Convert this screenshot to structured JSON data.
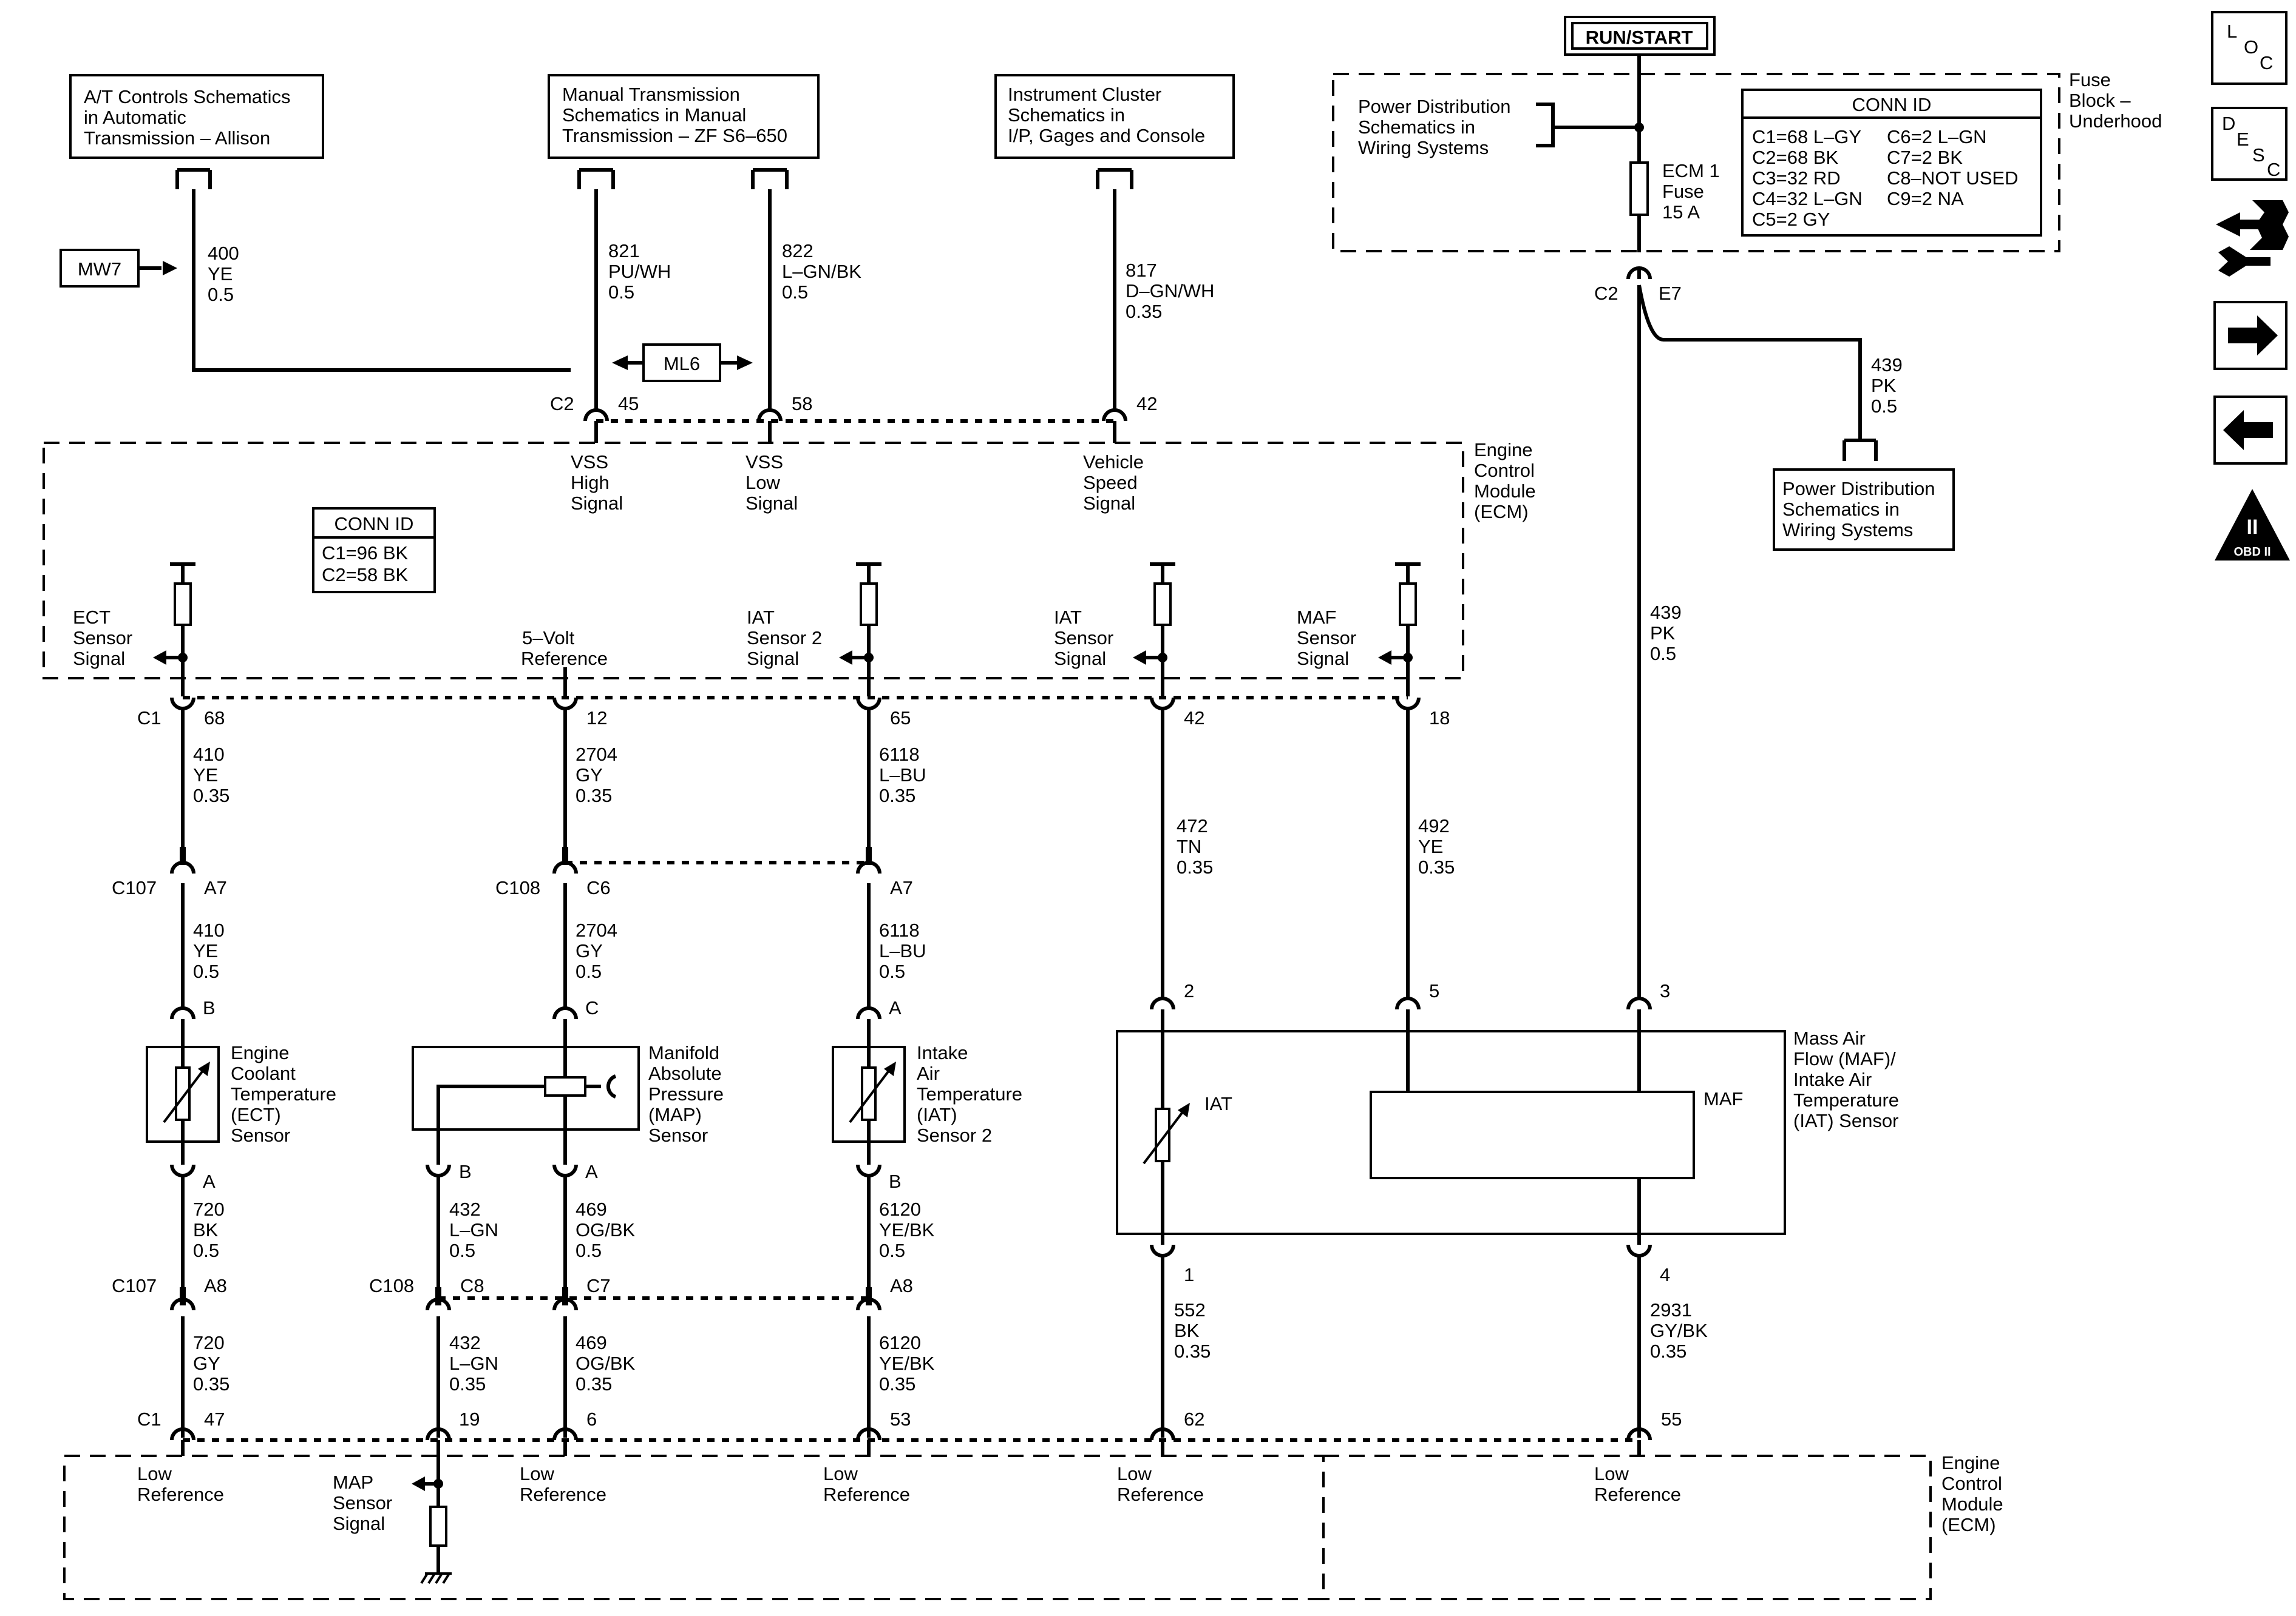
{
  "power": {
    "run_start": "RUN/START"
  },
  "fuse_block": {
    "title": [
      "Fuse",
      "Block –",
      "Underhood"
    ],
    "power_dist_ref": [
      "Power Distribution",
      "Schematics in",
      "Wiring Systems"
    ],
    "fuse_label": [
      "ECM 1",
      "Fuse",
      "15 A"
    ],
    "conn_title": "CONN ID",
    "conn_left": [
      "C1=68 L–GY",
      "C2=68 BK",
      "C3=32 RD",
      "C4=32 L–GN",
      "C5=2 GY"
    ],
    "conn_right": [
      "C6=2 L–GN",
      "C7=2 BK",
      "C8–NOT USED",
      "C9=2 NA"
    ],
    "pins": {
      "c2": "C2",
      "e7": "E7"
    }
  },
  "top_refs": {
    "at": [
      "A/T Controls Schematics",
      "in Automatic",
      "Transmission – Allison"
    ],
    "mt": [
      "Manual Transmission",
      "Schematics in Manual",
      "Transmission – ZF S6–650"
    ],
    "ic": [
      "Instrument Cluster",
      "Schematics in",
      "I/P, Gages and Console"
    ],
    "pd2": [
      "Power Distribution",
      "Schematics in",
      "Wiring Systems"
    ]
  },
  "tags": {
    "mw7": "MW7",
    "ml6": "ML6"
  },
  "wires": {
    "w400": [
      "400",
      "YE",
      "0.5"
    ],
    "w821": [
      "821",
      "PU/WH",
      "0.5"
    ],
    "w822": [
      "822",
      "L–GN/BK",
      "0.5"
    ],
    "w817": [
      "817",
      "D–GN/WH",
      "0.35"
    ],
    "w439a": [
      "439",
      "PK",
      "0.5"
    ],
    "w439b": [
      "439",
      "PK",
      "0.5"
    ],
    "w410a": [
      "410",
      "YE",
      "0.35"
    ],
    "w410b": [
      "410",
      "YE",
      "0.5"
    ],
    "w2704a": [
      "2704",
      "GY",
      "0.35"
    ],
    "w2704b": [
      "2704",
      "GY",
      "0.5"
    ],
    "w6118a": [
      "6118",
      "L–BU",
      "0.35"
    ],
    "w6118b": [
      "6118",
      "L–BU",
      "0.5"
    ],
    "w472": [
      "472",
      "TN",
      "0.35"
    ],
    "w492": [
      "492",
      "YE",
      "0.35"
    ],
    "w720a": [
      "720",
      "BK",
      "0.5"
    ],
    "w720b": [
      "720",
      "GY",
      "0.35"
    ],
    "w432a": [
      "432",
      "L–GN",
      "0.5"
    ],
    "w432b": [
      "432",
      "L–GN",
      "0.35"
    ],
    "w469a": [
      "469",
      "OG/BK",
      "0.5"
    ],
    "w469b": [
      "469",
      "OG/BK",
      "0.35"
    ],
    "w6120a": [
      "6120",
      "YE/BK",
      "0.5"
    ],
    "w6120b": [
      "6120",
      "YE/BK",
      "0.35"
    ],
    "w552": [
      "552",
      "BK",
      "0.35"
    ],
    "w2931": [
      "2931",
      "GY/BK",
      "0.35"
    ]
  },
  "ecm_top": {
    "label": [
      "Engine",
      "Control",
      "Module",
      "(ECM)"
    ],
    "conn_title": "CONN ID",
    "conn": [
      "C1=96 BK",
      "C2=58 BK"
    ],
    "signals": {
      "vss_high": [
        "VSS",
        "High",
        "Signal"
      ],
      "vss_low": [
        "VSS",
        "Low",
        "Signal"
      ],
      "vehicle_speed": [
        "Vehicle",
        "Speed",
        "Signal"
      ],
      "ect": [
        "ECT",
        "Sensor",
        "Signal"
      ],
      "five_volt": [
        "5–Volt",
        "Reference"
      ],
      "iat2": [
        "IAT",
        "Sensor 2",
        "Signal"
      ],
      "iat": [
        "IAT",
        "Sensor",
        "Signal"
      ],
      "maf": [
        "MAF",
        "Sensor",
        "Signal"
      ]
    }
  },
  "pins": {
    "c2": "C2",
    "p45": "45",
    "p58": "58",
    "p42": "42",
    "c1": "C1",
    "p68": "68",
    "p12": "12",
    "p65": "65",
    "p42b": "42",
    "p18": "18",
    "c107": "C107",
    "c108": "C108",
    "a7": "A7",
    "c6": "C6",
    "a7b": "A7",
    "sb": "B",
    "sc": "C",
    "sa": "A",
    "p2": "2",
    "p5": "5",
    "p3": "3",
    "sa2": "A",
    "sb2": "B",
    "sa3": "A",
    "sb3": "B",
    "p1": "1",
    "p4": "4",
    "a8": "A8",
    "c8": "C8",
    "c7": "C7",
    "a8b": "A8",
    "c1b": "C1",
    "p47": "47",
    "p19": "19",
    "p6": "6",
    "p53": "53",
    "p62": "62",
    "p55": "55",
    "c107b": "C107",
    "c108b": "C108"
  },
  "sensors": {
    "ect": [
      "Engine",
      "Coolant",
      "Temperature",
      "(ECT)",
      "Sensor"
    ],
    "map": [
      "Manifold",
      "Absolute",
      "Pressure",
      "(MAP)",
      "Sensor"
    ],
    "iat2": [
      "Intake",
      "Air",
      "Temperature",
      "(IAT)",
      "Sensor 2"
    ],
    "maf": [
      "Mass Air",
      "Flow (MAF)/",
      "Intake Air",
      "Temperature",
      "(IAT) Sensor"
    ],
    "iat_inner": "IAT",
    "maf_inner": "MAF"
  },
  "ecm_bottom": {
    "label": [
      "Engine",
      "Control",
      "Module",
      "(ECM)"
    ],
    "low_ref": [
      "Low",
      "Reference"
    ],
    "map_signal": [
      "MAP",
      "Sensor",
      "Signal"
    ]
  },
  "nav_icons": [
    "loc-icon",
    "desc-icon",
    "connector-tool-icon",
    "next-page-icon",
    "prev-page-icon",
    "obd-ii-icon"
  ],
  "nav_text": {
    "loc": [
      "L",
      "O",
      "C"
    ],
    "desc": [
      "D",
      "E",
      "S",
      "C"
    ],
    "obd": "OBD II",
    "obd_roman": "II"
  }
}
